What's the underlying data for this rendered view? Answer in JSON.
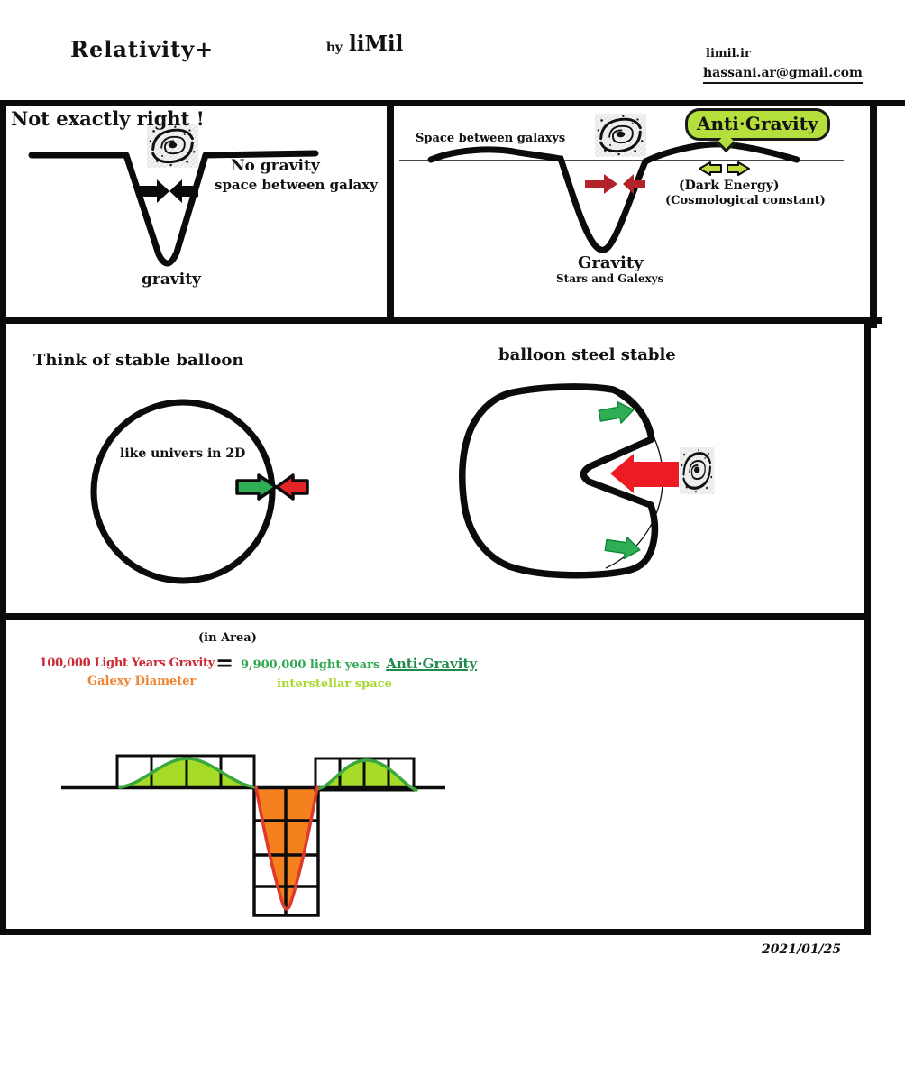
{
  "header": {
    "title": "Relativity+",
    "by": "by",
    "author": "liMil",
    "website": "limil.ir",
    "email": "hassani.ar@gmail.com"
  },
  "panel_not_exactly": {
    "title": "Not exactly right !",
    "no_gravity": "No gravity",
    "space_between_galaxy": "space between galaxy",
    "gravity_label": "gravity"
  },
  "panel_anti_gravity": {
    "space_between_galaxys": "Space between galaxys",
    "anti_gravity_badge": "Anti·Gravity",
    "dark_energy": "(Dark Energy)",
    "cosmological_constant": "(Cosmological constant)",
    "gravity_label": "Gravity",
    "stars_and_galexys": "Stars and Galexys"
  },
  "panel_balloon": {
    "left_title": "Think of stable balloon",
    "circle_label": "like univers in 2D",
    "right_title": "balloon steel stable"
  },
  "panel_area": {
    "in_area": "(in Area)",
    "gravity_amount": "100,000 Light Years Gravity",
    "gravity_denominator": "Galexy Diameter",
    "equals": "=",
    "anti_gravity_amount": "9,900,000 light years",
    "anti_gravity_word": "Anti·Gravity",
    "anti_gravity_denominator": "interstellar space",
    "grid_note": {
      "gravity_well_squares": 8,
      "anti_gravity_hump_squares_each_side": 4
    }
  },
  "footer": {
    "date": "2021/01/25"
  },
  "colors": {
    "ink": "#0b0b0b",
    "badge_fill": "#b4df3c",
    "formula_gravity": "#c92a35",
    "formula_galaxy_diameter": "#ef8432",
    "formula_anti_gravity_amount": "#2ea84f",
    "formula_anti_gravity_word": "#1f8a4b",
    "formula_interstellar": "#a8d832",
    "hump_fill": "#a6dc28",
    "hump_stroke": "#3aa83c",
    "well_fill": "#f5801e",
    "well_stroke": "#e0392b",
    "arrow_green": "#2fae54",
    "arrow_red": "#e32528",
    "arrow_big_red": "#ed1c24",
    "arrow_dark_red": "#b2242a",
    "arrow_yellow_green": "#bfdc3e"
  }
}
